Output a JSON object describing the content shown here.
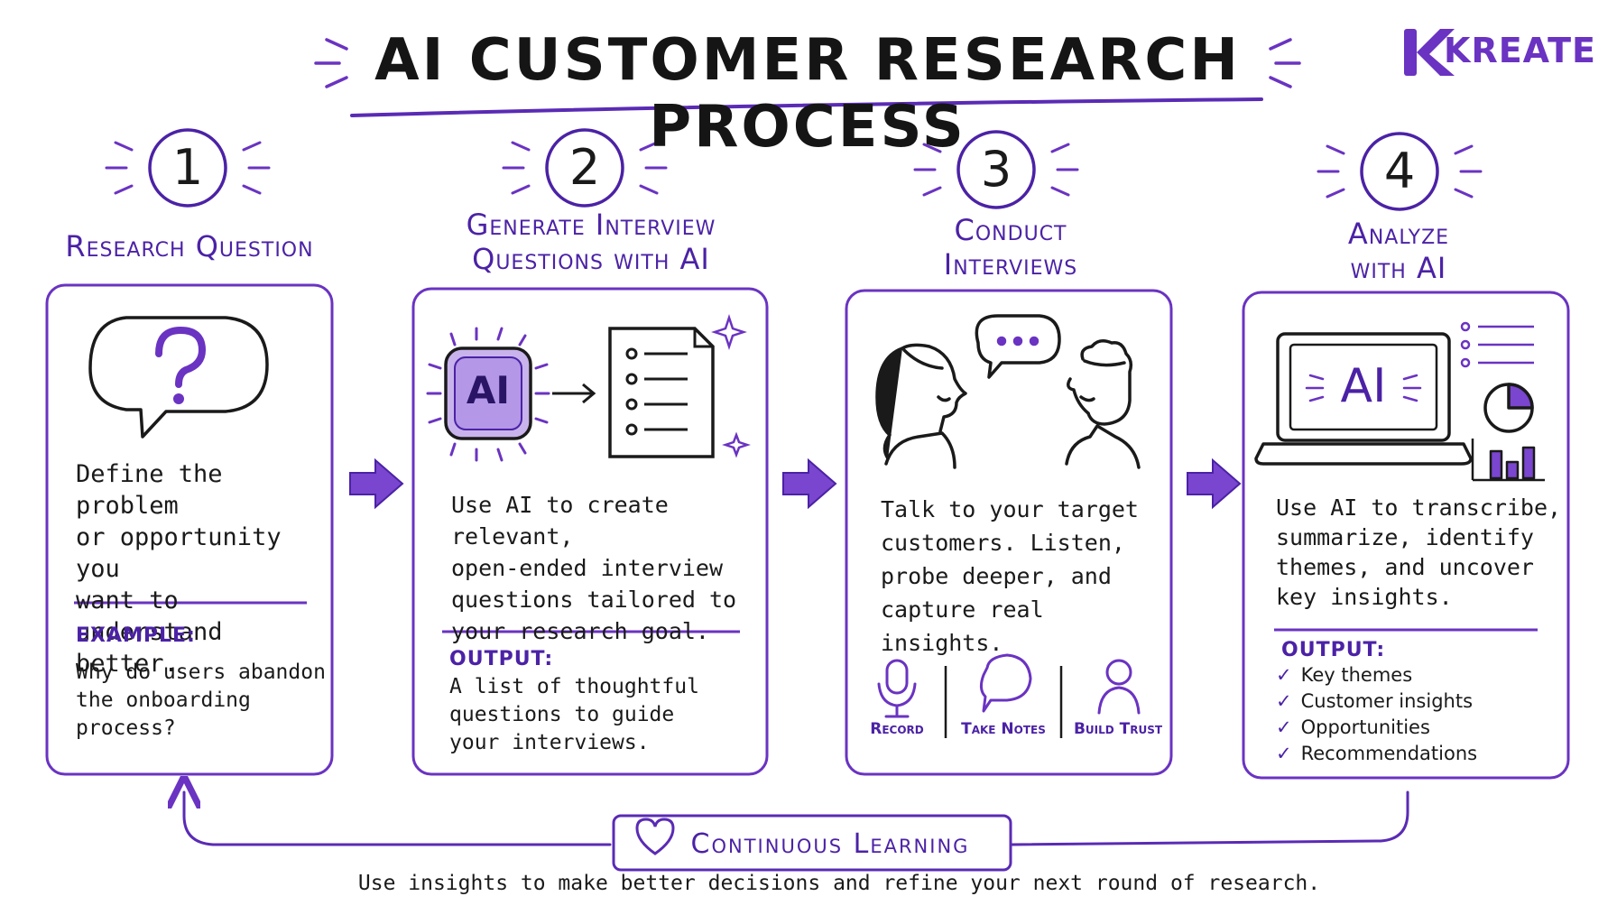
{
  "title": "AI CUSTOMER RESEARCH PROCESS",
  "brand": {
    "name": "KREATE",
    "mark": "K"
  },
  "colors": {
    "accent": "#6a33c2",
    "dark_accent": "#4b22a6",
    "ink": "#1a1a1a"
  },
  "steps": [
    {
      "number": "1",
      "heading_lines": [
        "Research Question"
      ],
      "icon": "question-speech-bubble-icon",
      "body_lines": [
        "Define the problem",
        "or opportunity you",
        "want to understand",
        "better."
      ],
      "label": "EXAMPLE:",
      "detail_lines": [
        "Why do users abandon",
        "the onboarding",
        "process?"
      ]
    },
    {
      "number": "2",
      "heading_lines": [
        "Generate Interview",
        "Questions with AI"
      ],
      "icon": "ai-chip-to-document-icon",
      "icon_text": "AI",
      "body_lines": [
        "Use AI to create relevant,",
        "open-ended interview",
        "questions tailored to",
        "your research goal."
      ],
      "label": "OUTPUT:",
      "detail_lines": [
        "A list of thoughtful",
        "questions to guide",
        "your interviews."
      ]
    },
    {
      "number": "3",
      "heading_lines": [
        "Conduct",
        "Interviews"
      ],
      "icon": "two-people-talking-icon",
      "body_lines": [
        "Talk to your target",
        "customers. Listen,",
        "probe deeper, and",
        "capture real insights."
      ],
      "tools": [
        {
          "label": "Record",
          "icon": "microphone-icon"
        },
        {
          "label": "Take Notes",
          "icon": "speech-bubble-icon"
        },
        {
          "label": "Build Trust",
          "icon": "person-icon"
        }
      ]
    },
    {
      "number": "4",
      "heading_lines": [
        "Analyze",
        "with AI"
      ],
      "icon": "laptop-ai-analytics-icon",
      "icon_text": "AI",
      "body_lines": [
        "Use AI to transcribe,",
        "summarize, identify",
        "themes, and uncover",
        "key insights."
      ],
      "label": "OUTPUT:",
      "checklist": [
        "Key themes",
        "Customer insights",
        "Opportunities",
        "Recommendations"
      ]
    }
  ],
  "loop": {
    "label": "Continuous Learning",
    "icon": "heart-icon"
  },
  "footer": "Use insights to make better decisions and refine your next round of research."
}
